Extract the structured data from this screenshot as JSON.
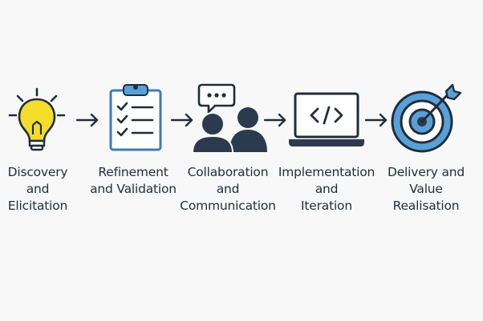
{
  "steps": [
    {
      "label": "Discovery\nand\nElicitation",
      "icon": "lightbulb-icon"
    },
    {
      "label": "Refinement\nand Validation",
      "icon": "clipboard-checklist-icon"
    },
    {
      "label": "Collaboration\nand\nCommunication",
      "icon": "people-chat-icon"
    },
    {
      "label": "Implementation\nand\nIteration",
      "icon": "laptop-code-icon"
    },
    {
      "label": "Delivery and\nValue\nRealisation",
      "icon": "target-arrow-icon"
    }
  ],
  "colors": {
    "outline": "#1f2d3d",
    "bulb_yellow": "#f4dd2a",
    "clipboard_blue": "#3b7bbf",
    "target_blue": "#5aa0d8",
    "people_navy": "#2b3a4e",
    "background": "#f8f8f8"
  }
}
